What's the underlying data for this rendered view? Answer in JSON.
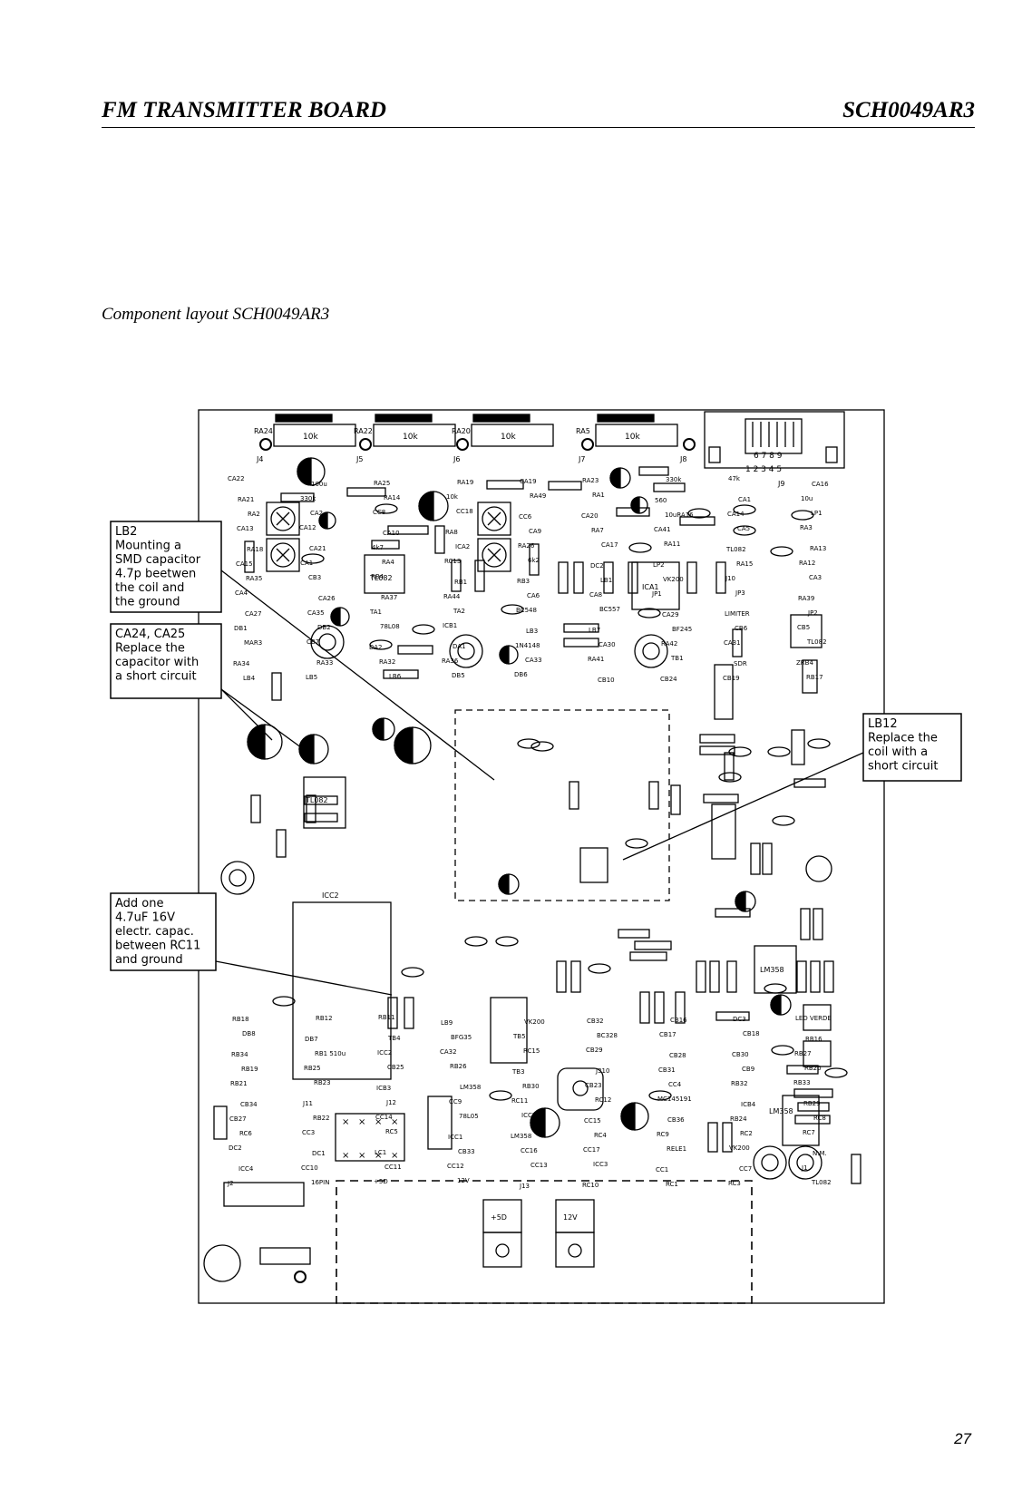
{
  "header": {
    "title": "FM TRANSMITTER BOARD",
    "doc_code": "SCH0049AR3"
  },
  "subtitle": "Component layout SCH0049AR3",
  "page_number": "27",
  "notes": [
    [
      "LB2",
      "Mounting a",
      "SMD capacitor",
      "4.7p beetwen",
      "the coil and",
      "the ground"
    ],
    [
      "CA24, CA25",
      "Replace the",
      "capacitor with",
      "a short circuit"
    ],
    [
      "Add one",
      "4.7uF 16V",
      "electr. capac.",
      "between RC11",
      "and ground"
    ],
    [
      "LB12",
      "Replace the",
      "coil with a",
      "short circuit"
    ]
  ],
  "top_resistor_arrays": [
    {
      "ref": "RA24",
      "value": "10k"
    },
    {
      "ref": "RA22",
      "value": "10k"
    },
    {
      "ref": "RA20",
      "value": "10k"
    },
    {
      "ref": "RA5",
      "value": "10k"
    }
  ],
  "jumpers": [
    "J4",
    "J5",
    "J6",
    "J7",
    "J8"
  ],
  "connector": {
    "ref": "J9",
    "pins_top": "6 7 8 9",
    "pins_bottom": "1 2 3 4 5"
  },
  "board_labels": [
    "CA22",
    "100u",
    "RA25",
    "RA19",
    "CA19",
    "RA23",
    "330k",
    "47k",
    "CA16",
    "RA21",
    "330k",
    "RA14",
    "10k",
    "RA49",
    "RA1",
    "560",
    "CA1",
    "10u",
    "RA2",
    "CA2",
    "CC8",
    "CC18",
    "CC6",
    "CA20",
    "10uRA16",
    "CA14",
    "LP1",
    "CA13",
    "CA12",
    "CA10",
    "RA8",
    "CA9",
    "RA7",
    "CA41",
    "CA5",
    "RA3",
    "RA18",
    "CA21",
    "4k7",
    "ICA2",
    "RA26",
    "CA17",
    "RA11",
    "TL082",
    "RA13",
    "CA15",
    "ICA1",
    "RA4",
    "RC13",
    "6k2",
    "DC2",
    "LP2",
    "RA15",
    "RA12",
    "RA35",
    "CB3",
    "RB4",
    "RB1",
    "RB3",
    "LB1",
    "VK200",
    "J10",
    "CA3",
    "CA4",
    "CA26",
    "RA37",
    "RA44",
    "CA6",
    "CA8",
    "JP1",
    "JP3",
    "RA39",
    "CA27",
    "CA35",
    "TA1",
    "TA2",
    "BC548",
    "BC557",
    "CA29",
    "LIMITER",
    "JP2",
    "DB1",
    "DB2",
    "78L08",
    "ICB1",
    "LB3",
    "LB7",
    "BF245",
    "CB6",
    "CB5",
    "MAR3",
    "CB7",
    "DA2",
    "DA1",
    "1N4148",
    "CA30",
    "RA42",
    "CA31",
    "TL082",
    "RA34",
    "RA33",
    "RA32",
    "RA36",
    "CA33",
    "RA41",
    "TB1",
    "SDR",
    "ZRB4",
    "LB4",
    "LB5",
    "LB6",
    "DB5",
    "DB6",
    "CB10",
    "CB24",
    "CB19",
    "RB17",
    "RB18",
    "RB12",
    "RB11",
    "LB9",
    "VK200",
    "CB32",
    "CB16",
    "DC3",
    "LED VERDE",
    "DB8",
    "DB7",
    "TB4",
    "BFG35",
    "TB5",
    "BC328",
    "CB17",
    "CB18",
    "RB16",
    "RB34",
    "RB1 510u",
    "ICC2",
    "CA32",
    "RC15",
    "CB29",
    "CB28",
    "CB30",
    "RB27",
    "RB19",
    "RB25",
    "CB25",
    "RB26",
    "TB3",
    "J310",
    "CB31",
    "CB9",
    "RB20",
    "RB21",
    "RB23",
    "ICB3",
    "LM358",
    "RB30",
    "CB23",
    "CC4",
    "RB32",
    "RB33",
    "CB34",
    "J11",
    "J12",
    "CC9",
    "RC11",
    "RC12",
    "MC145191",
    "ICB4",
    "RB29",
    "CB27",
    "RB22",
    "CC14",
    "78L05",
    "ICC5",
    "CC15",
    "CB36",
    "RB24",
    "RC8",
    "RC6",
    "CC3",
    "RC5",
    "ICC1",
    "LM358",
    "RC4",
    "RC9",
    "RC2",
    "RC7",
    "DC2",
    "DC1",
    "LC1",
    "CB33",
    "CC16",
    "CC17",
    "RELE1",
    "VK200",
    "N.M.",
    "ICC4",
    "CC10",
    "CC11",
    "CC12",
    "CC13",
    "ICC3",
    "CC1",
    "CC7",
    "J1",
    "J2",
    "16PIN",
    "+5D",
    "12V",
    "J13",
    "RC10",
    "RC1",
    "RC3",
    "TL082"
  ]
}
